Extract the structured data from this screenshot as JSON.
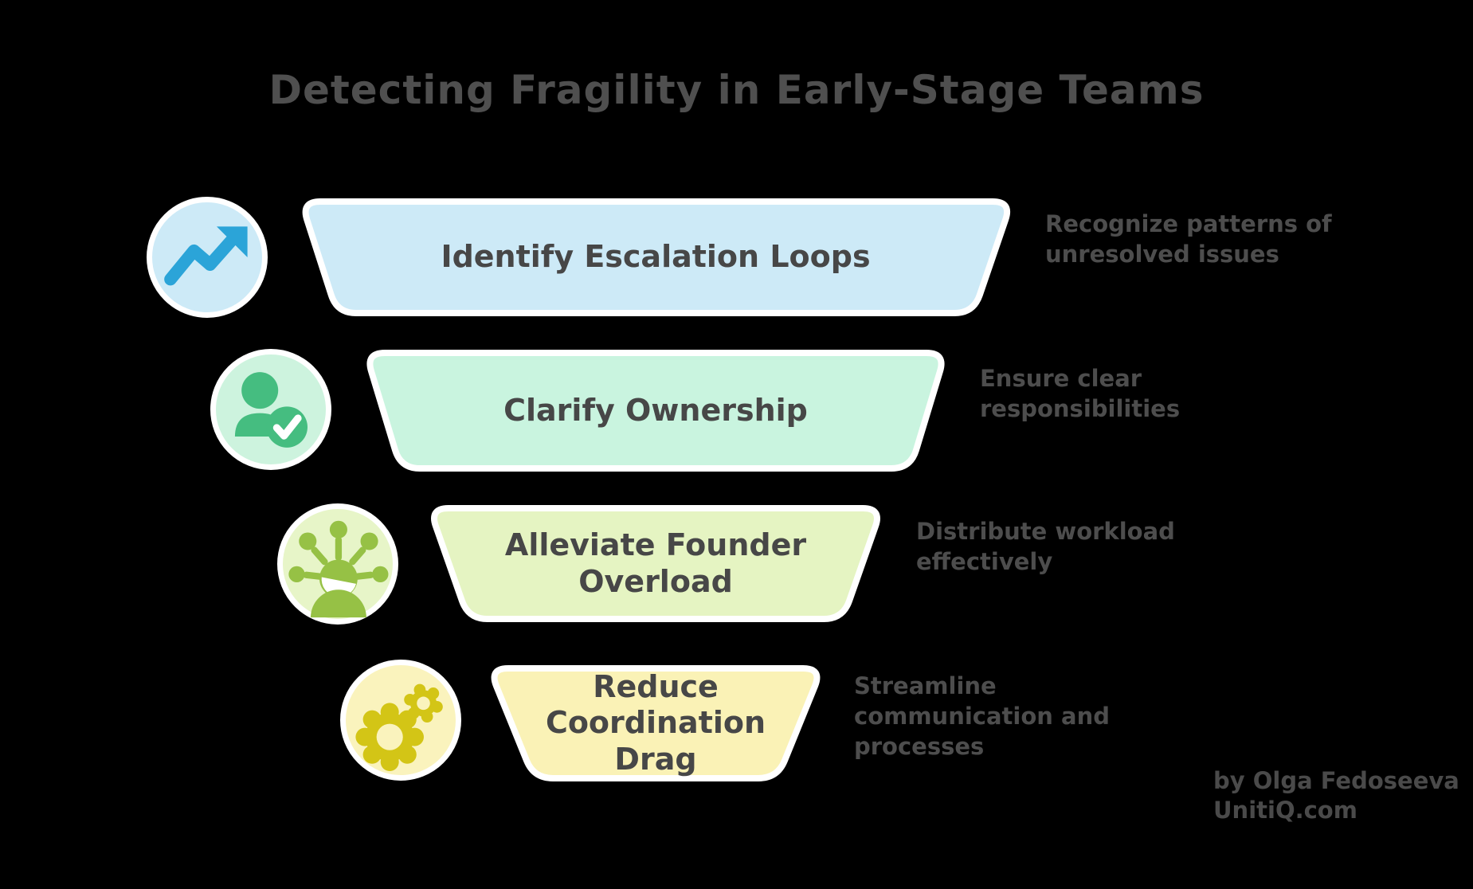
{
  "title": "Detecting Fragility in Early-Stage Teams",
  "funnel": {
    "rows": [
      {
        "label": "Identify Escalation Loops",
        "description": "Recognize patterns of\nunresolved issues",
        "icon": "trending-up-icon",
        "fill": "#cdeaf7",
        "bubble_fill": "#cdeaf7",
        "icon_color": "#2ba4d8"
      },
      {
        "label": "Clarify Ownership",
        "description": "Ensure clear\nresponsibilities",
        "icon": "person-check-icon",
        "fill": "#c9f4df",
        "bubble_fill": "#cdf3de",
        "icon_color": "#45bd80"
      },
      {
        "label": "Alleviate Founder Overload",
        "description": "Distribute workload\neffectively",
        "icon": "delegation-icon",
        "fill": "#e5f4c2",
        "bubble_fill": "#e7f5c8",
        "icon_color": "#96c145"
      },
      {
        "label": "Reduce Coordination Drag",
        "description": "Streamline\ncommunication and\nprocesses",
        "icon": "gears-icon",
        "fill": "#faf2b6",
        "bubble_fill": "#faf3bd",
        "icon_color": "#d3c516"
      }
    ]
  },
  "attribution": {
    "line1": "by Olga Fedoseeva",
    "line2": "UnitiQ.com"
  },
  "colors": {
    "background": "#000000",
    "title": "#4f4f4f",
    "label": "#474747",
    "description": "#4d4d4d",
    "border": "#ffffff"
  }
}
